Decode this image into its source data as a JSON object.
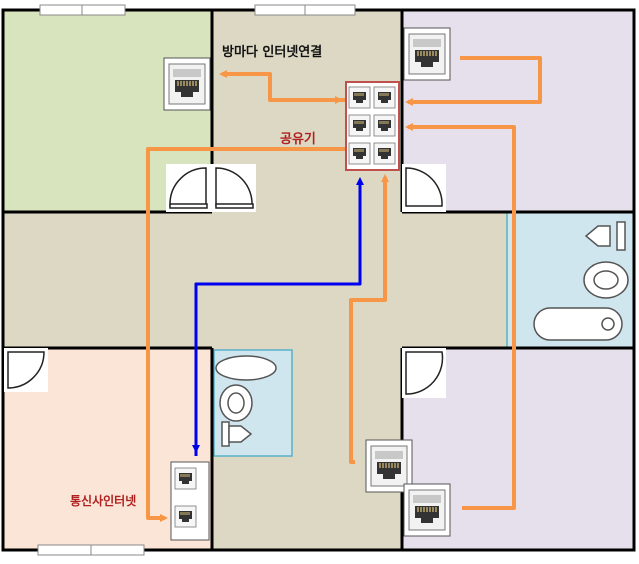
{
  "labels": {
    "room_internet": "방마다 인터넷연결",
    "router": "공유기",
    "external_internet": "통신사인터넷"
  },
  "colors": {
    "wall": "#000000",
    "room_top_left": "#d7e4bd",
    "room_hall": "#ddd8c4",
    "room_top_right": "#e6e0ec",
    "room_bottom_left": "#fbe5d6",
    "room_bottom_right": "#e6e0ec",
    "bathroom": "#d0e6ef",
    "cable_lan": "#f79646",
    "cable_service": "#0000ee",
    "router_border": "#c0504d",
    "label_red": "#b02020"
  },
  "icons": {
    "lan_jack": "ethernet-port-icon",
    "router": "router-hub-icon",
    "door": "door-swing-icon",
    "window": "window-icon",
    "toilet": "toilet-icon",
    "sink": "sink-icon",
    "bathtub": "bathtub-icon"
  }
}
